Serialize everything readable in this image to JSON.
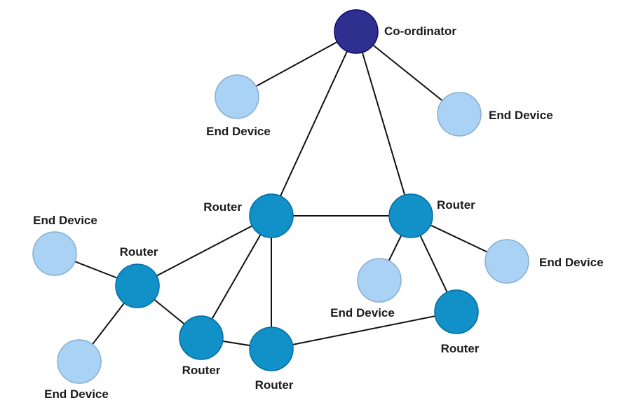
{
  "colors": {
    "coordinator": "#2e2f8e",
    "router": "#1290c8",
    "end_device": "#a9d2f5"
  },
  "nodes": [
    {
      "id": "coordinator",
      "type": "coordinator",
      "label": "Co-ordinator"
    },
    {
      "id": "end-device-top-left",
      "type": "end_device",
      "label": "End Device"
    },
    {
      "id": "end-device-top-right",
      "type": "end_device",
      "label": "End Device"
    },
    {
      "id": "router-center-left",
      "type": "router",
      "label": "Router"
    },
    {
      "id": "router-center-right",
      "type": "router",
      "label": "Router"
    },
    {
      "id": "end-device-left",
      "type": "end_device",
      "label": "End Device"
    },
    {
      "id": "router-left",
      "type": "router",
      "label": "Router"
    },
    {
      "id": "end-device-bottom-left",
      "type": "end_device",
      "label": "End Device"
    },
    {
      "id": "router-bottom-a",
      "type": "router",
      "label": "Router"
    },
    {
      "id": "router-bottom-b",
      "type": "router",
      "label": "Router"
    },
    {
      "id": "end-device-mid-right",
      "type": "end_device",
      "label": "End Device"
    },
    {
      "id": "end-device-far-right",
      "type": "end_device",
      "label": "End Device"
    },
    {
      "id": "router-bottom-right",
      "type": "router",
      "label": "Router"
    }
  ],
  "edges": [
    [
      "coordinator",
      "end-device-top-left"
    ],
    [
      "coordinator",
      "end-device-top-right"
    ],
    [
      "coordinator",
      "router-center-left"
    ],
    [
      "coordinator",
      "router-center-right"
    ],
    [
      "router-center-left",
      "router-center-right"
    ],
    [
      "router-center-left",
      "router-left"
    ],
    [
      "router-center-left",
      "router-bottom-a"
    ],
    [
      "router-center-left",
      "router-bottom-b"
    ],
    [
      "router-left",
      "end-device-left"
    ],
    [
      "router-left",
      "end-device-bottom-left"
    ],
    [
      "router-left",
      "router-bottom-a"
    ],
    [
      "router-bottom-a",
      "router-bottom-b"
    ],
    [
      "router-bottom-b",
      "router-bottom-right"
    ],
    [
      "router-center-right",
      "end-device-mid-right"
    ],
    [
      "router-center-right",
      "end-device-far-right"
    ],
    [
      "router-center-right",
      "router-bottom-right"
    ]
  ]
}
